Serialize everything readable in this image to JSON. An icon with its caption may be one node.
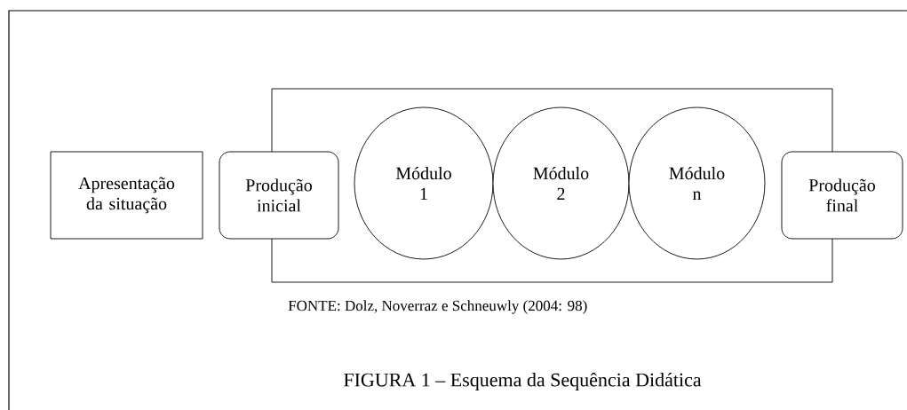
{
  "diagram": {
    "caption": "FIGURA 1 – Esquema da Sequência Didática",
    "nodes": [
      {
        "text": [],
        "shape": "box"
      },
      {
        "text": [
          "Apresentação da situação"
        ]
      },
      {
        "text": [
          "Produção inicial"
        ]
      },
      {
        "text": [
          "Módulo 1"
        ],
        "in": 0
      },
      {
        "text": [
          "Módulo 2"
        ],
        "in": 0
      },
      {
        "text": [
          "Módulo n"
        ],
        "in": 0
      },
      {
        "text": [
          "Produção final"
        ]
      }
    ],
    "labels": [
      "FONTE: Dolz, Noverraz e Schneuwly (2004: 98)"
    ]
  }
}
